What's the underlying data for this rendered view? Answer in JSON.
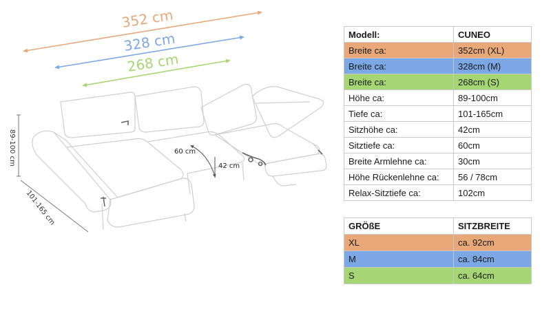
{
  "colors": {
    "xl": "#e8a878",
    "m": "#7ba7e4",
    "s": "#a6d673",
    "line": "#7a7a7a"
  },
  "dimensions": {
    "width_xl": "352 cm",
    "width_m": "328 cm",
    "width_s": "268 cm",
    "height": "89-100 cm",
    "depth": "101-165 cm",
    "seat_depth": "60 cm",
    "seat_height": "42 cm"
  },
  "spec_table": {
    "header": [
      "Modell:",
      "CUNEO"
    ],
    "rows": [
      {
        "label": "Breite ca:",
        "value": "352cm (XL)",
        "color": "#e8a878"
      },
      {
        "label": "Breite ca:",
        "value": "328cm (M)",
        "color": "#7ba7e4"
      },
      {
        "label": "Breite ca:",
        "value": "268cm (S)",
        "color": "#a6d673"
      },
      {
        "label": "Höhe ca:",
        "value": "89-100cm",
        "color": ""
      },
      {
        "label": "Tiefe ca:",
        "value": "101-165cm",
        "color": ""
      },
      {
        "label": "Sitzhöhe ca:",
        "value": "42cm",
        "color": ""
      },
      {
        "label": "Sitztiefe ca:",
        "value": "60cm",
        "color": ""
      },
      {
        "label": "Breite Armlehne ca:",
        "value": "30cm",
        "color": ""
      },
      {
        "label": "Höhe Rückenlehne ca:",
        "value": "56 / 78cm",
        "color": ""
      },
      {
        "label": "Relax-Sitztiefe ca:",
        "value": "102cm",
        "color": ""
      }
    ]
  },
  "size_table": {
    "header": [
      "GRÖßE",
      "SITZBREITE"
    ],
    "rows": [
      {
        "label": "XL",
        "value": "ca. 92cm",
        "color": "#e8a878"
      },
      {
        "label": "M",
        "value": "ca. 84cm",
        "color": "#7ba7e4"
      },
      {
        "label": "S",
        "value": "ca. 64cm",
        "color": "#a6d673"
      }
    ]
  }
}
